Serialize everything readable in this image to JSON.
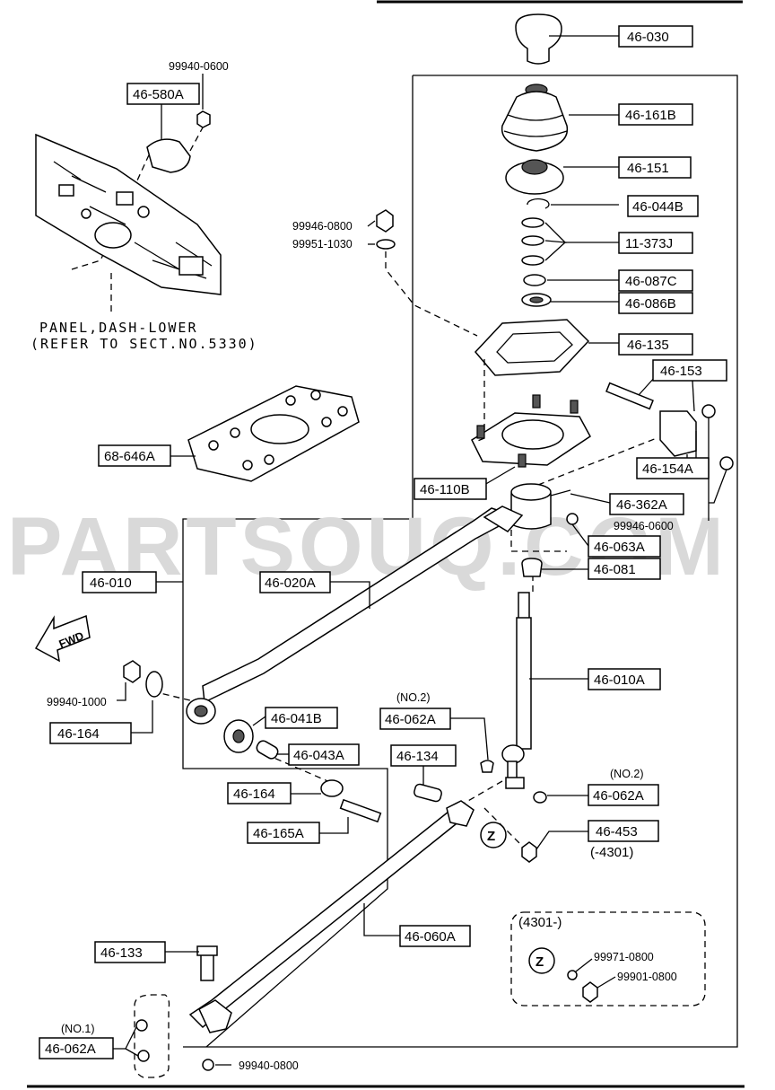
{
  "watermark": "PARTSOUQ.COM",
  "panel_note": {
    "line1": "PANEL,DASH-LOWER",
    "line2": "(REFER TO SECT.NO.5330)"
  },
  "fwd_label": "FWD",
  "z_symbol": "Z",
  "inset": {
    "title": "(4301-)",
    "items": [
      "99971-0800",
      "99901-0800"
    ]
  },
  "boxed_labels": {
    "l46_030": "46-030",
    "l46_580a": "46-580A",
    "l46_161b": "46-161B",
    "l46_151": "46-151",
    "l46_044b": "46-044B",
    "l11_373j": "11-373J",
    "l46_087c": "46-087C",
    "l46_086b": "46-086B",
    "l46_135": "46-135",
    "l46_153": "46-153",
    "l68_646a": "68-646A",
    "l46_154a": "46-154A",
    "l46_110b": "46-110B",
    "l46_362a": "46-362A",
    "l46_063a": "46-063A",
    "l46_081": "46-081",
    "l46_010": "46-010",
    "l46_020a": "46-020A",
    "l46_010a": "46-010A",
    "l46_041b": "46-041B",
    "l46_062a_mid": "46-062A",
    "l46_164_left": "46-164",
    "l46_043a": "46-043A",
    "l46_134": "46-134",
    "l46_062a_right": "46-062A",
    "l46_164_mid": "46-164",
    "l46_453": "46-453",
    "l46_165a": "46-165A",
    "l46_060a": "46-060A",
    "l46_133": "46-133",
    "l46_062a_bottom": "46-062A"
  },
  "plain_labels": {
    "p99940_0600_top": "99940-0600",
    "p99946_0800": "99946-0800",
    "p99951_1030": "99951-1030",
    "p99946_0600": "99946-0600",
    "p99940_1000": "99940-1000",
    "p99940_0800": "99940-0800",
    "no2_mid": "(NO.2)",
    "no2_right": "(NO.2)",
    "no1": "(NO.1)",
    "range_4301": "(-4301)"
  }
}
